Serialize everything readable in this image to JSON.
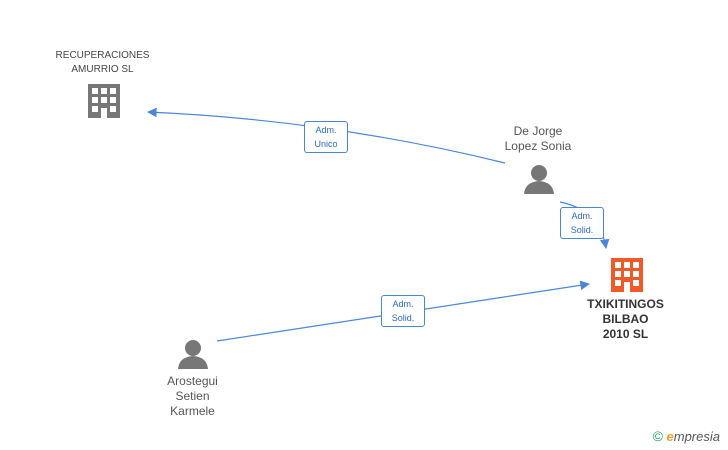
{
  "nodes": {
    "recuperaciones": {
      "lines": [
        "RECUPERACIONES",
        "AMURRIO SL"
      ],
      "kind": "company",
      "color": "#777777"
    },
    "dejorge": {
      "lines": [
        "De Jorge",
        "Lopez Sonia"
      ],
      "kind": "person",
      "color": "#777777"
    },
    "txikitingos": {
      "lines": [
        "TXIKITINGOS",
        "BILBAO",
        "2010 SL"
      ],
      "kind": "company",
      "color": "#f05a28"
    },
    "arostegui": {
      "lines": [
        "Arostegui",
        "Setien",
        "Karmele"
      ],
      "kind": "person",
      "color": "#777777"
    }
  },
  "edges": [
    {
      "from": "dejorge",
      "to": "recuperaciones",
      "lines": [
        "Adm.",
        "Unico"
      ]
    },
    {
      "from": "dejorge",
      "to": "txikitingos",
      "lines": [
        "Adm.",
        "Solid."
      ]
    },
    {
      "from": "arostegui",
      "to": "txikitingos",
      "lines": [
        "Adm.",
        "Solid."
      ]
    }
  ],
  "colors": {
    "edge": "#4a86d8"
  },
  "brand": {
    "copyright": "©",
    "e": "e",
    "rest": "mpresia"
  }
}
